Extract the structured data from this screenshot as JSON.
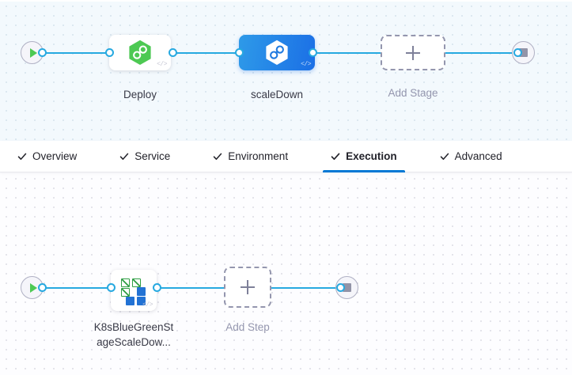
{
  "stage_canvas": {
    "name": "pipeline-stage-canvas",
    "start_node": {
      "icon": "play-icon",
      "label": "Start"
    },
    "end_node": {
      "icon": "stop-icon",
      "label": "End"
    },
    "nodes": [
      {
        "label": "Deploy",
        "icon": "harness-hexagon-icon",
        "style": "white",
        "badge": "</>",
        "selected": false
      },
      {
        "label": "scaleDown",
        "icon": "harness-hexagon-icon",
        "style": "blue",
        "badge": "</>",
        "selected": true
      },
      {
        "label": "Add Stage",
        "icon": "plus-icon",
        "style": "dashed",
        "badge": "",
        "selected": false
      }
    ]
  },
  "tab_bar": {
    "name": "stage-config-tabs",
    "active": "Execution",
    "tick_icon": "check-icon",
    "tabs": [
      {
        "label": "Overview",
        "complete": true
      },
      {
        "label": "Service",
        "complete": true
      },
      {
        "label": "Environment",
        "complete": true
      },
      {
        "label": "Execution",
        "complete": true
      },
      {
        "label": "Advanced",
        "complete": true
      }
    ]
  },
  "step_canvas": {
    "name": "execution-step-canvas",
    "start_node": {
      "icon": "play-icon",
      "label": "Start"
    },
    "end_node": {
      "icon": "stop-icon",
      "label": "End"
    },
    "steps": [
      {
        "label_line1": "K8sBlueGreenSt",
        "label_line2": "ageScaleDow...",
        "icon": "kubernetes-blue-green-icon",
        "badge": "</>"
      },
      {
        "label_line1": "Add Step",
        "label_line2": "",
        "icon": "plus-icon",
        "badge": ""
      }
    ]
  },
  "colors": {
    "accent_blue": "#0278d5",
    "edge_blue": "#27a9e0",
    "node_blue_from": "#2e9ae8",
    "node_blue_to": "#1b6fe6",
    "green": "#4dc953",
    "k8s_green": "#2f9e44",
    "k8s_blue": "#2272d4",
    "muted_text": "#9496ae",
    "text": "#383946"
  }
}
